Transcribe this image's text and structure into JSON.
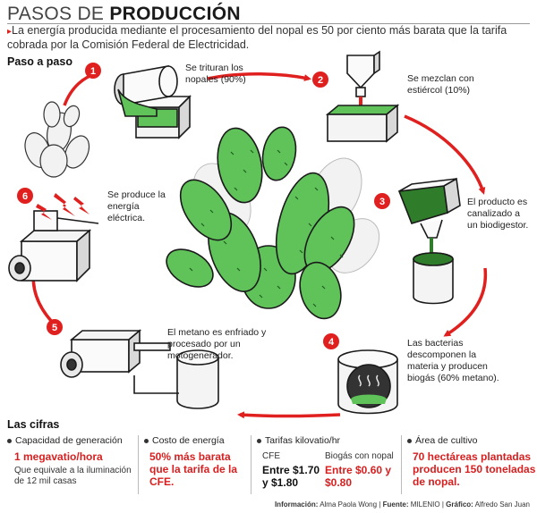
{
  "header": {
    "title_light": "PASOS DE ",
    "title_bold": "PRODUCCIÓN",
    "intro_marker": "▸",
    "intro": "La energía producida mediante el procesamiento del nopal es 50 por ciento más barata que la tarifa cobrada por la Comisión Federal de Electricidad."
  },
  "subhead": "Paso a paso",
  "steps": [
    {
      "num": "1",
      "text": "Se trituran los nopales (90%)"
    },
    {
      "num": "2",
      "text": "Se mezclan con estiércol (10%)"
    },
    {
      "num": "3",
      "text": "El producto es canalizado a un biodigestor."
    },
    {
      "num": "4",
      "text": "Las bacterias descomponen la materia y producen biogás (60% metano)."
    },
    {
      "num": "5",
      "text": "El metano es enfriado y procesado por un motogenerador."
    },
    {
      "num": "6",
      "text": "Se produce la energía eléctrica."
    }
  ],
  "cifras": {
    "title": "Las cifras",
    "c1": {
      "label": "Capacidad de generación",
      "value": "1 megavatio/hora",
      "note": "Que equivale a la iluminación de 12 mil casas"
    },
    "c2": {
      "label": "Costo de energía",
      "value": "50% más barata que la tarifa de la CFE."
    },
    "c3": {
      "label": "Tarifas kilovatio/hr",
      "cfe_label": "CFE",
      "cfe_value": "Entre $1.70 y $1.80",
      "nopal_label": "Biogás con nopal",
      "nopal_value": "Entre $0.60 y $0.80"
    },
    "c4": {
      "label": "Área de cultivo",
      "value": "70 hectáreas plantadas producen 150 toneladas de nopal."
    }
  },
  "credits": {
    "info_label": "Información:",
    "info": "Alma Paola Wong",
    "source_label": "Fuente:",
    "source": "MILENIO",
    "graphic_label": "Gráfico:",
    "graphic": "Alfredo San Juan"
  },
  "colors": {
    "accent": "#e0201e",
    "cactus": "#5fc35a",
    "cactus_dark": "#2f7d2a",
    "outline": "#1a1a1a"
  }
}
